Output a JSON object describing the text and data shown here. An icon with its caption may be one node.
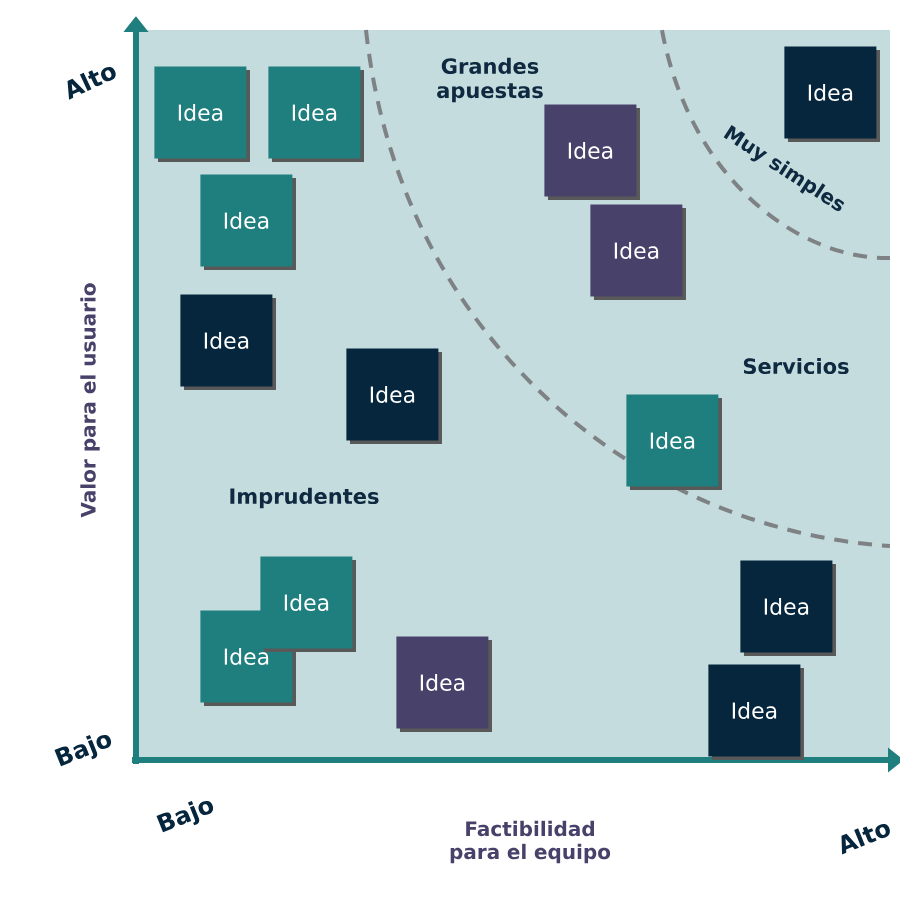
{
  "diagram": {
    "nodes": [
      {
        "text": [
          "Idea"
        ]
      },
      {
        "text": [
          "Idea"
        ]
      },
      {
        "text": [
          "Idea"
        ]
      },
      {
        "text": [
          "Idea"
        ]
      },
      {
        "text": [
          "Idea"
        ]
      },
      {
        "text": [
          "Idea"
        ]
      },
      {
        "text": [
          "Idea"
        ]
      },
      {
        "text": [
          "Idea"
        ]
      },
      {
        "text": [
          "Idea"
        ]
      },
      {
        "text": [
          "Idea"
        ]
      },
      {
        "text": [
          "Idea"
        ]
      },
      {
        "text": [
          "Idea"
        ]
      },
      {
        "text": [
          "Idea"
        ]
      },
      {
        "text": [
          "Idea"
        ]
      }
    ],
    "labels": [
      "Alto",
      "Grandes apuestas",
      "Muy simples",
      "Valor para el usuario",
      "Servicios",
      "Imprudentes",
      "Bajo",
      "Bajo",
      "Factibilidad para el equipo",
      "Alto"
    ]
  }
}
